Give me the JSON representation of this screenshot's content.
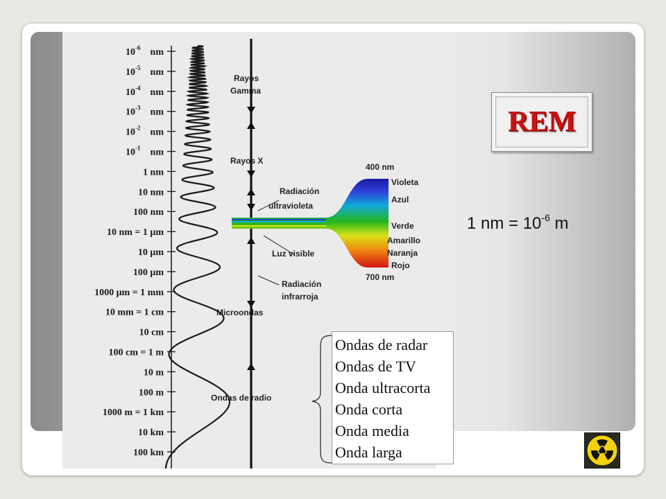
{
  "slide_title": "REM",
  "formula": {
    "base": "1 nm = 10",
    "exponent": "-6",
    "unit": " m"
  },
  "scale_labels": [
    {
      "mantissa": "10",
      "exp": "-6",
      "unit": "nm"
    },
    {
      "mantissa": "10",
      "exp": "-5",
      "unit": "nm"
    },
    {
      "mantissa": "10",
      "exp": "-4",
      "unit": "nm"
    },
    {
      "mantissa": "10",
      "exp": "-3",
      "unit": "nm"
    },
    {
      "mantissa": "10",
      "exp": "-2",
      "unit": "nm"
    },
    {
      "mantissa": "10",
      "exp": "-1",
      "unit": "nm"
    },
    {
      "text": "1 nm"
    },
    {
      "text": "10 nm"
    },
    {
      "text": "100 nm"
    },
    {
      "text": "10   nm = 1 μm"
    },
    {
      "text": "10 μm"
    },
    {
      "text": "100 μm"
    },
    {
      "text": "1000 μm = 1 mm"
    },
    {
      "text": "10 mm = 1 cm"
    },
    {
      "text": "10 cm"
    },
    {
      "text": "100 cm = 1 m"
    },
    {
      "text": "10 m"
    },
    {
      "text": "100 m"
    },
    {
      "text": "1000 m = 1 km"
    },
    {
      "text": "10 km"
    },
    {
      "text": "100 km"
    }
  ],
  "bands": {
    "gamma_line1": "Rayos",
    "gamma_line2": "Gamma",
    "xray": "Rayos X",
    "uv_line1": "Radiación",
    "uv_line2": "ultravioleta",
    "visible": "Luz visible",
    "ir_line1": "Radiación",
    "ir_line2": "infrarroja",
    "microwave": "Microondas",
    "radio": "Ondas de radio"
  },
  "visible_spectrum": {
    "top_wavelength": "400 nm",
    "bottom_wavelength": "700 nm",
    "colors": [
      "Violeta",
      "Azul",
      "Verde",
      "Amarillo",
      "Naranja",
      "Rojo"
    ]
  },
  "radio_types": [
    "Ondas de radar",
    "Ondas de TV",
    "Onda ultracorta",
    "Onda corta",
    "Onda media",
    "Onda larga"
  ],
  "radiation_icon": "radiation-icon"
}
